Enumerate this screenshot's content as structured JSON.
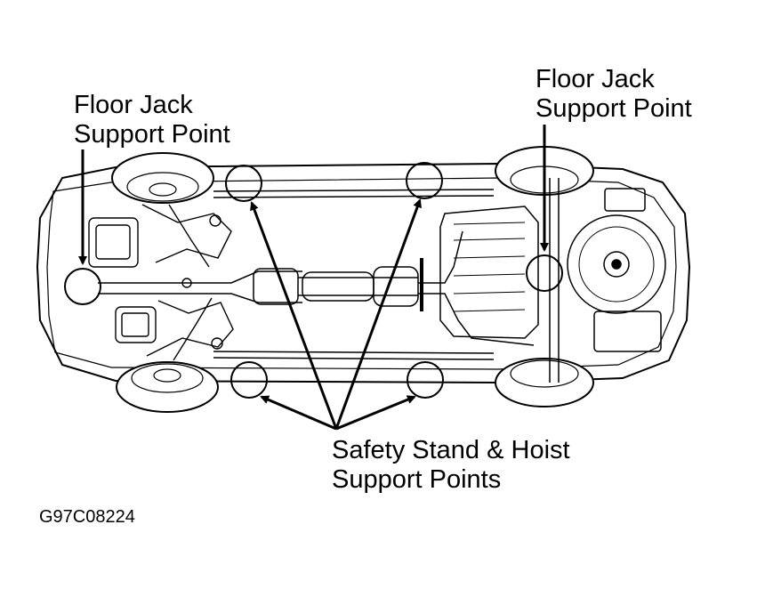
{
  "labels": {
    "front_jack_line1": "Floor Jack",
    "front_jack_line2": "Support Point",
    "rear_jack_line1": "Floor Jack",
    "rear_jack_line2": "Support Point",
    "stand_line1": "Safety Stand & Hoist",
    "stand_line2": "Support Points"
  },
  "figure_code": "G97C08224",
  "colors": {
    "ink": "#000000",
    "paper": "#ffffff"
  }
}
